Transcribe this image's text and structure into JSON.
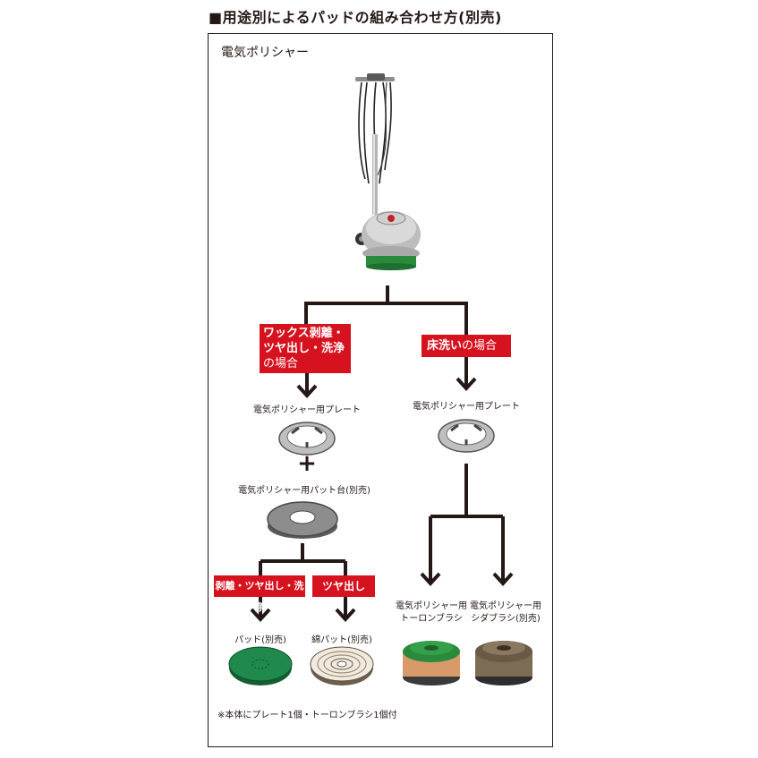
{
  "heading": "■用途別によるパッドの組み合わせ方(別売)",
  "machine": {
    "title": "電気ポリシャー"
  },
  "branch_left": {
    "line1": "ワックス剥離・",
    "line2": "ツヤ出し・洗浄",
    "line3": "の場合",
    "plate_label": "電気ポリシャー用プレート",
    "plus": "+",
    "pad_base_label": "電気ポリシャー用パット台(別売)",
    "tag_a": "剥離・ツヤ出し・洗浄",
    "tag_b": "ツヤ出し",
    "pad_label": "パッド(別売)",
    "cotton_pad_label": "綿パット(別売)"
  },
  "branch_right": {
    "strong": "床洗い",
    "suffix": "の場合",
    "plate_label": "電気ポリシャー用プレート",
    "brush_a_line1": "電気ポリシャー用",
    "brush_a_line2": "トーロンブラシ",
    "brush_b_line1": "電気ポリシャー用",
    "brush_b_line2": "シダブラシ(別売)"
  },
  "footnote": "※本体にプレート1個・トーロンブラシ1個付",
  "colors": {
    "accent_red": "#d7121f",
    "line": "#231815",
    "pad_green": "#1f8a4c",
    "brush_green": "#2a8a3c"
  }
}
